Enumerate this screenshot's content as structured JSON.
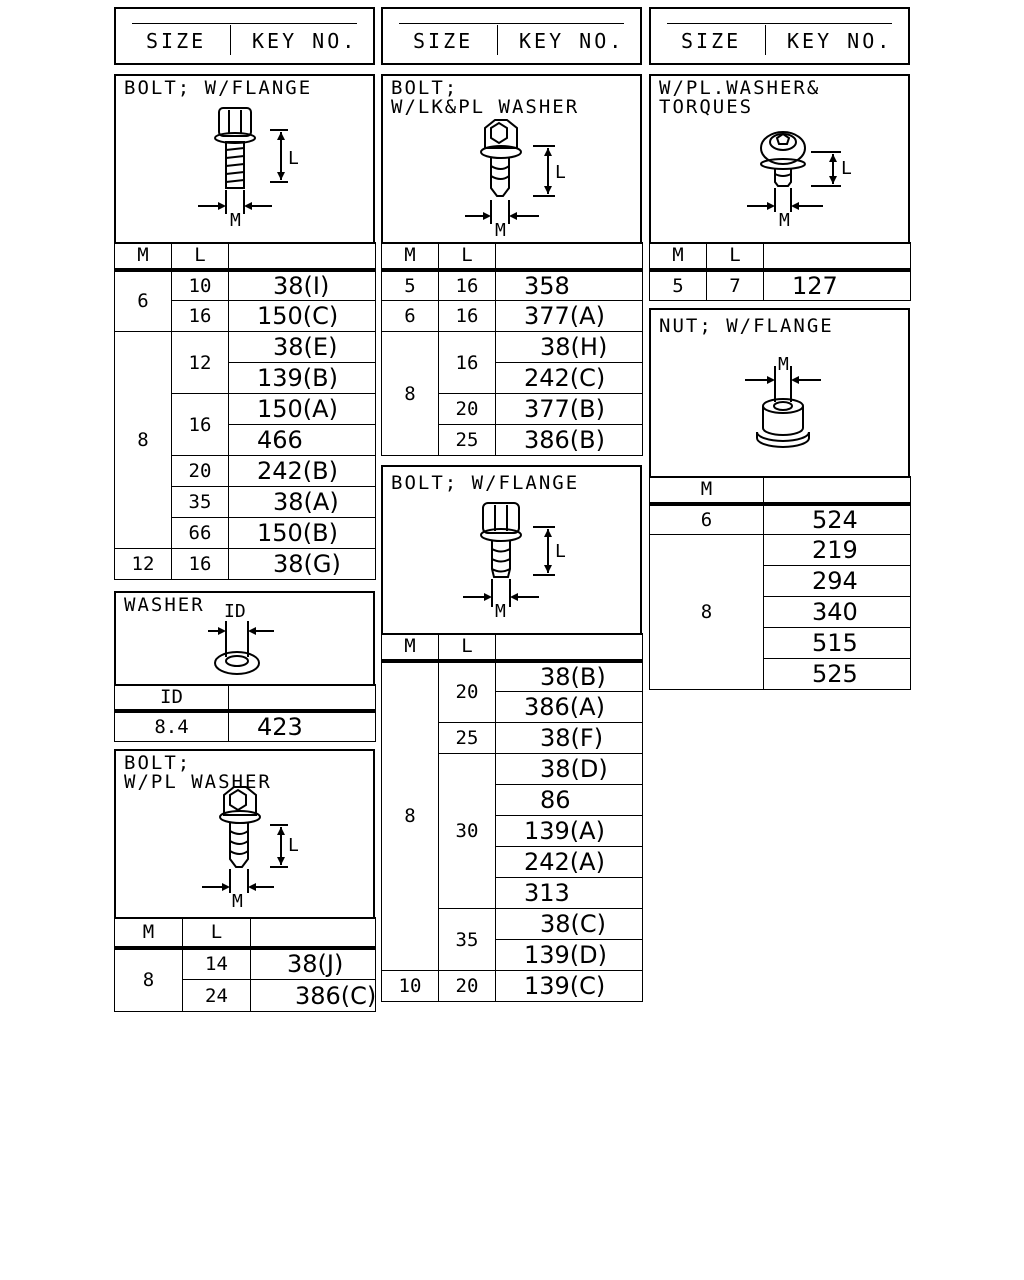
{
  "headers": [
    {
      "size": "SIZE",
      "key": "KEY NO."
    },
    {
      "size": "SIZE",
      "key": "KEY NO."
    },
    {
      "size": "SIZE",
      "key": "KEY NO."
    }
  ],
  "labels": {
    "m": "M",
    "l": "L",
    "id": "ID"
  },
  "bolt_flange_1": {
    "title": "BOLT; W/FLANGE",
    "rows": [
      {
        "m": "6",
        "l": "10",
        "key": "38(I)"
      },
      {
        "m": "6",
        "l": "16",
        "key": "150(C)"
      },
      {
        "m": "8",
        "l": "12",
        "key": "38(E)"
      },
      {
        "m": "8",
        "l": "12",
        "key": "139(B)"
      },
      {
        "m": "8",
        "l": "16",
        "key": "150(A)"
      },
      {
        "m": "8",
        "l": "16",
        "key": "466"
      },
      {
        "m": "8",
        "l": "20",
        "key": "242(B)"
      },
      {
        "m": "8",
        "l": "35",
        "key": "38(A)"
      },
      {
        "m": "8",
        "l": "66",
        "key": "150(B)"
      },
      {
        "m": "12",
        "l": "16",
        "key": "38(G)"
      }
    ]
  },
  "washer": {
    "title": "WASHER",
    "rows": [
      {
        "id": "8.4",
        "key": "423"
      }
    ]
  },
  "bolt_pl_washer": {
    "title_line1": "BOLT;",
    "title_line2": "W/PL WASHER",
    "rows": [
      {
        "m": "8",
        "l": "14",
        "key": "38(J)"
      },
      {
        "m": "8",
        "l": "24",
        "key": "386(C)"
      }
    ]
  },
  "bolt_lk_pl_washer": {
    "title_line1": "BOLT;",
    "title_line2": "W/LK&PL WASHER",
    "rows": [
      {
        "m": "5",
        "l": "16",
        "key": "358"
      },
      {
        "m": "6",
        "l": "16",
        "key": "377(A)"
      },
      {
        "m": "8",
        "l": "16",
        "key": "38(H)"
      },
      {
        "m": "8",
        "l": "16",
        "key": "242(C)"
      },
      {
        "m": "8",
        "l": "20",
        "key": "377(B)"
      },
      {
        "m": "8",
        "l": "25",
        "key": "386(B)"
      }
    ]
  },
  "bolt_flange_2": {
    "title": "BOLT; W/FLANGE",
    "rows": [
      {
        "m": "8",
        "l": "20",
        "key": "38(B)"
      },
      {
        "m": "8",
        "l": "20",
        "key": "386(A)"
      },
      {
        "m": "8",
        "l": "25",
        "key": "38(F)"
      },
      {
        "m": "8",
        "l": "30",
        "key": "38(D)"
      },
      {
        "m": "8",
        "l": "30",
        "key": "86"
      },
      {
        "m": "8",
        "l": "30",
        "key": "139(A)"
      },
      {
        "m": "8",
        "l": "30",
        "key": "242(A)"
      },
      {
        "m": "8",
        "l": "30",
        "key": "313"
      },
      {
        "m": "8",
        "l": "35",
        "key": "38(C)"
      },
      {
        "m": "8",
        "l": "35",
        "key": "139(D)"
      },
      {
        "m": "10",
        "l": "20",
        "key": "139(C)"
      }
    ]
  },
  "pl_washer_torques": {
    "title_line1": "W/PL.WASHER&",
    "title_line2": "TORQUES",
    "rows": [
      {
        "m": "5",
        "l": "7",
        "key": "127"
      }
    ]
  },
  "nut_flange": {
    "title": "NUT; W/FLANGE",
    "rows": [
      {
        "m": "6",
        "key": "524"
      },
      {
        "m": "8",
        "key": "219"
      },
      {
        "m": "8",
        "key": "294"
      },
      {
        "m": "8",
        "key": "340"
      },
      {
        "m": "8",
        "key": "515"
      },
      {
        "m": "8",
        "key": "525"
      }
    ]
  }
}
